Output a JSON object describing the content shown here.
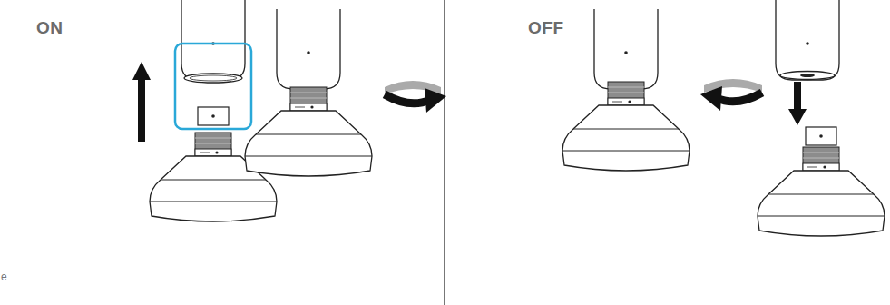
{
  "diagram": {
    "labels": [
      "ON",
      "OFF",
      "e"
    ]
  }
}
